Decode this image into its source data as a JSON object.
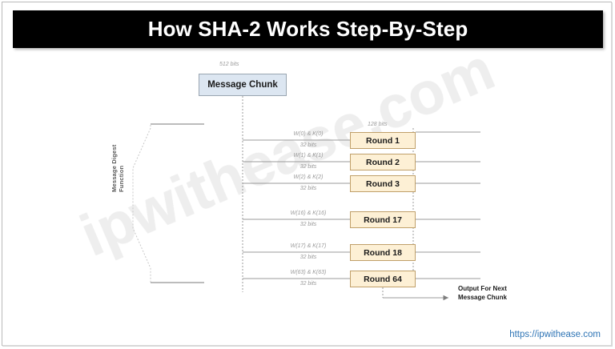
{
  "title": "How SHA-2 Works Step-By-Step",
  "watermark": "ipwithease.com",
  "footer": {
    "url": "https://ipwithease.com"
  },
  "diagram": {
    "input": {
      "label": "Message Chunk",
      "size_label": "512 bits"
    },
    "state_size_label": "128 bits",
    "function_label_line1": "Message Digest",
    "function_label_line2": "Function",
    "output": {
      "line1": "Output For Next",
      "line2": "Message Chunk"
    },
    "rounds": [
      {
        "name": "Round 1",
        "input_label": "W(0) & K(0)",
        "bits_label": "32 bits"
      },
      {
        "name": "Round 2",
        "input_label": "W(1) & K(1)",
        "bits_label": "32 bits"
      },
      {
        "name": "Round 3",
        "input_label": "W(2) & K(2)",
        "bits_label": "32 bits"
      },
      {
        "name": "Round 17",
        "input_label": "W(16) & K(16)",
        "bits_label": "32 bits"
      },
      {
        "name": "Round 18",
        "input_label": "W(17) & K(17)",
        "bits_label": "32 bits"
      },
      {
        "name": "Round 64",
        "input_label": "W(63) & K(63)",
        "bits_label": "32 bits"
      }
    ]
  },
  "colors": {
    "banner_bg": "#000000",
    "banner_text": "#ffffff",
    "chunk_fill": "#dce6f1",
    "round_fill": "#fdf0d5",
    "round_border": "#c0a06a",
    "link_color": "#2e74b5",
    "line_gray": "#9b9b9b"
  }
}
